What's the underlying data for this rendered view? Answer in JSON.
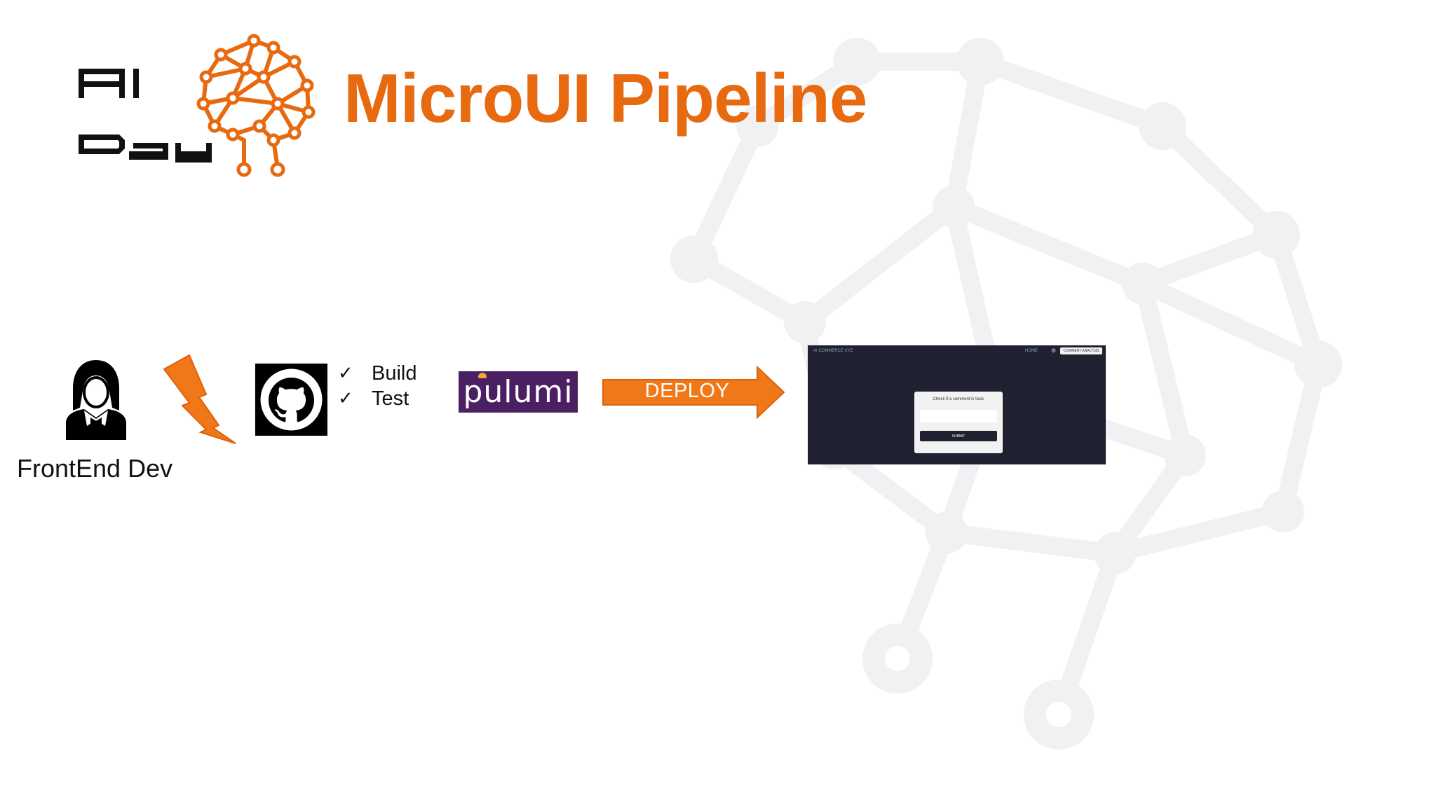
{
  "title": "MicroUI Pipeline",
  "logo": {
    "text_top": "AI",
    "text_bottom": "Day"
  },
  "developer": {
    "label": "FrontEnd Dev",
    "icon": "female-developer-icon"
  },
  "trigger": {
    "icon": "lightning-bolt-icon"
  },
  "ci": {
    "icon": "github-icon",
    "steps": [
      "Build",
      "Test"
    ],
    "check_glyph": "✓"
  },
  "iac": {
    "label": "pulumi",
    "label_part1": "p",
    "label_part2": "ulumi",
    "icon": "pulumi-logo"
  },
  "deploy": {
    "label": "DEPLOY",
    "icon": "right-arrow-icon"
  },
  "app_preview": {
    "brand": "AI COMMERCE XYZ",
    "nav": "HOME",
    "top_button": "COMMENT ANALYSIS",
    "card_title": "Check if a comment is toxic",
    "submit_label": "SUBMIT"
  },
  "colors": {
    "accent_orange": "#e86a10",
    "pulumi_purple": "#4a2063",
    "preview_bg": "#1f2130",
    "bg_network": "#f0f0f0"
  }
}
